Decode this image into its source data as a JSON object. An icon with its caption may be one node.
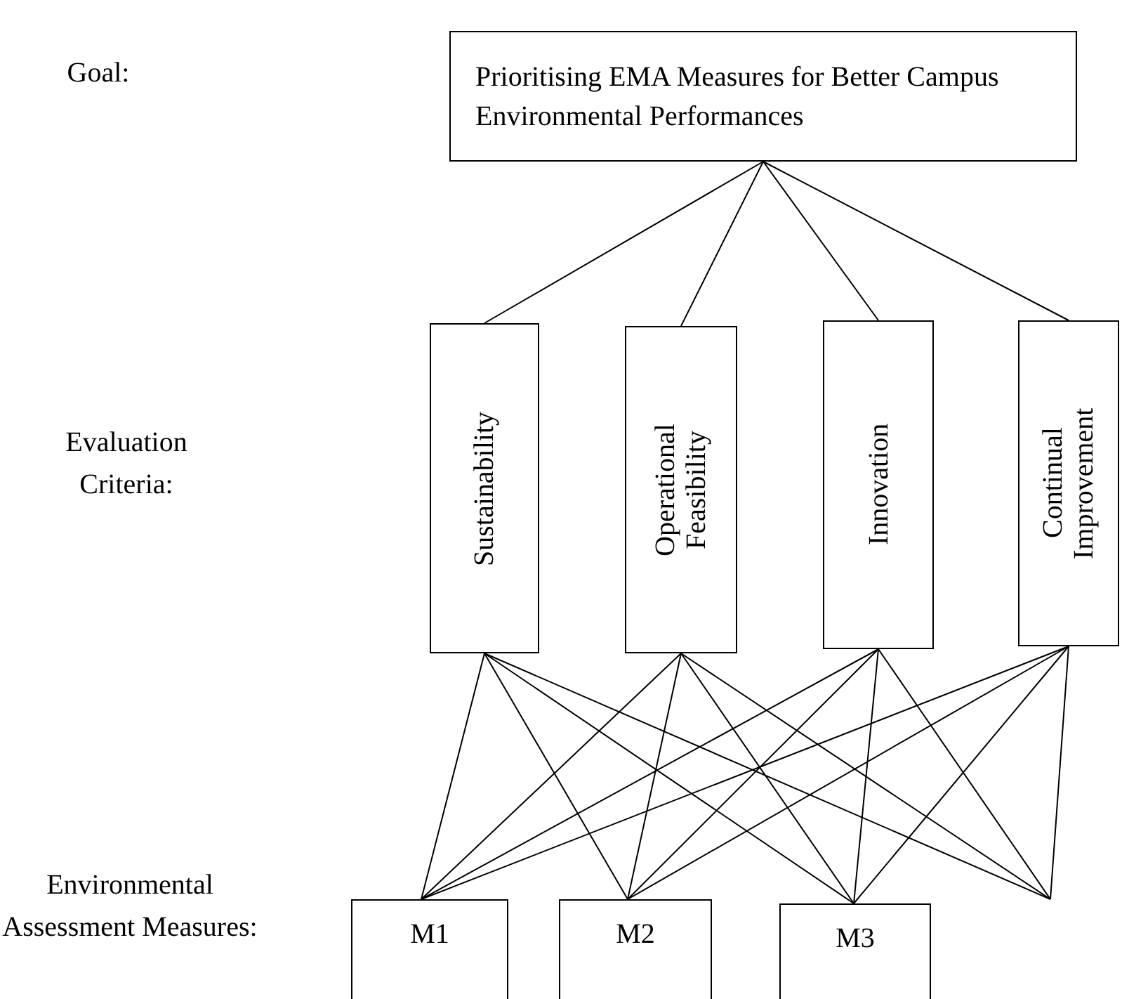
{
  "diagram": {
    "nodes": [
      {
        "text": [
          "Prioritising EMA Measures for Better Campus Environmental Performances"
        ]
      },
      {
        "text": [
          "Sustainability"
        ]
      },
      {
        "text": [
          "Operational Feasibility"
        ]
      },
      {
        "text": [
          "Innovation"
        ]
      },
      {
        "text": [
          "Continual Improvement"
        ]
      },
      {
        "text": [
          "M1"
        ]
      },
      {
        "text": [
          "M2"
        ]
      },
      {
        "text": [
          "M3"
        ]
      }
    ],
    "edges": [
      {
        "from": 0,
        "to": 1,
        "arrow": "none"
      },
      {
        "from": 0,
        "to": 2,
        "arrow": "none"
      },
      {
        "from": 0,
        "to": 3,
        "arrow": "none"
      },
      {
        "from": 0,
        "to": 4,
        "arrow": "none"
      },
      {
        "from": 1,
        "to": 5,
        "arrow": "none"
      },
      {
        "from": 1,
        "to": 6,
        "arrow": "none"
      },
      {
        "from": 1,
        "to": 7,
        "arrow": "none"
      },
      {
        "from": 1,
        "to": null,
        "arrow": "none"
      },
      {
        "from": 2,
        "to": 5,
        "arrow": "none"
      },
      {
        "from": 2,
        "to": 6,
        "arrow": "none"
      },
      {
        "from": 2,
        "to": 7,
        "arrow": "none"
      },
      {
        "from": 2,
        "to": null,
        "arrow": "none"
      },
      {
        "from": 3,
        "to": 5,
        "arrow": "none"
      },
      {
        "from": 3,
        "to": 6,
        "arrow": "none"
      },
      {
        "from": 3,
        "to": 7,
        "arrow": "none"
      },
      {
        "from": 3,
        "to": null,
        "arrow": "none"
      },
      {
        "from": 4,
        "to": 5,
        "arrow": "none"
      },
      {
        "from": 4,
        "to": 6,
        "arrow": "none"
      },
      {
        "from": 4,
        "to": 7,
        "arrow": "none"
      },
      {
        "from": 4,
        "to": null,
        "arrow": "none"
      }
    ],
    "labels": [
      "Goal:",
      "Evaluation Criteria:",
      "Environmental Assessment Measures:"
    ]
  }
}
